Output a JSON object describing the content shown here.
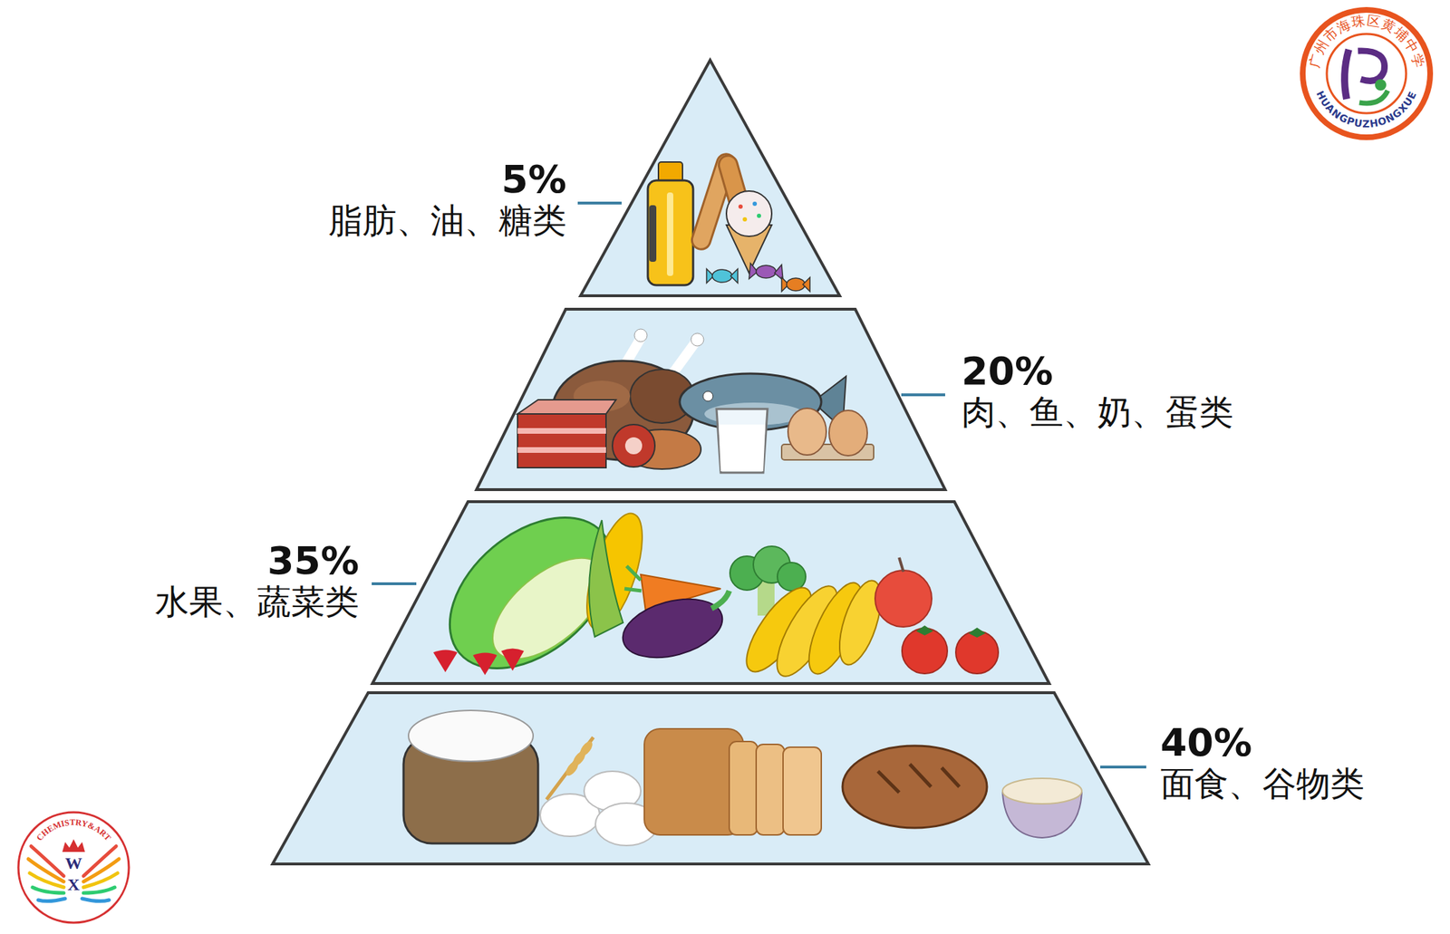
{
  "diagram": {
    "nodes": [
      {
        "text": [
          "5%",
          "脂肪、油、糖类"
        ]
      },
      {
        "text": [
          "20%",
          "肉、鱼、奶、蛋类"
        ]
      },
      {
        "text": [
          "35%",
          "水果、蔬菜类"
        ]
      },
      {
        "text": [
          "40%",
          "面食、谷物类"
        ]
      }
    ],
    "labels": [
      "广州市海珠区黄埔中学",
      "HUANGPUZHONGXUE",
      "CHEMISTRY&ART",
      "W",
      "X"
    ]
  }
}
